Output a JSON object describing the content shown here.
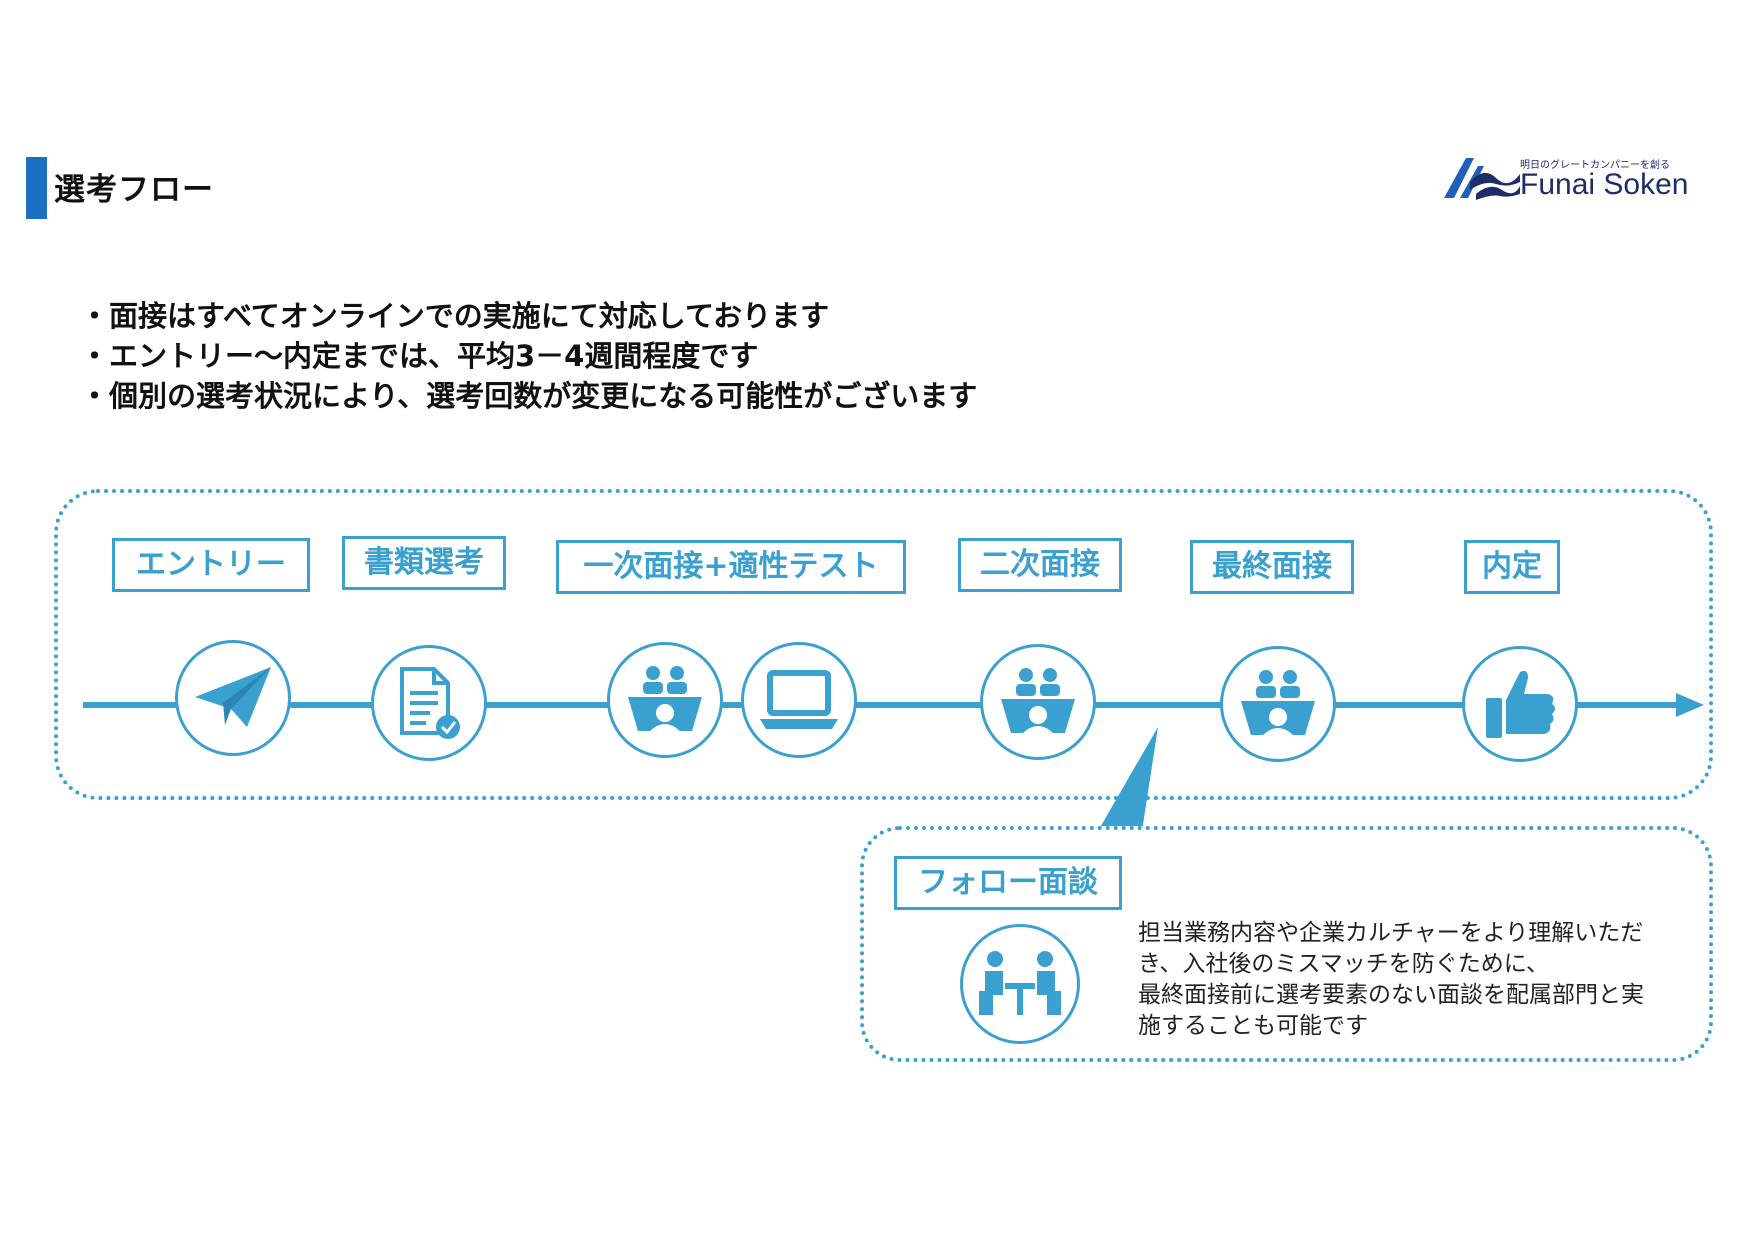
{
  "header": {
    "title": "選考フロー"
  },
  "logo": {
    "tagline": "明日のグレートカンパニーを創る",
    "name": "Funai Soken"
  },
  "bullets": [
    "・面接はすべてオンラインでの実施にて対応しております",
    "・エントリー～内定までは、平均3－4週間程度です",
    "・個別の選考状況により、選考回数が変更になる可能性がございます"
  ],
  "stages": [
    {
      "label": "エントリー",
      "icon": "paper-plane-icon"
    },
    {
      "label": "書類選考",
      "icon": "document-check-icon"
    },
    {
      "label": "一次面接+適性テスト",
      "icon": "interview-icon,laptop-icon"
    },
    {
      "label": "二次面接",
      "icon": "interview-icon"
    },
    {
      "label": "最終面接",
      "icon": "interview-icon"
    },
    {
      "label": "内定",
      "icon": "thumbs-up-icon"
    }
  ],
  "follow": {
    "title": "フォロー面談",
    "icon": "meeting-table-icon",
    "desc_lines": [
      "担当業務内容や企業カルチャーをより理解いただ",
      "き、入社後のミスマッチを防ぐために、",
      "最終面接前に選考要素のない面談を配属部門と実",
      "施することも可能です"
    ]
  },
  "colors": {
    "accent": "#3aa0d0",
    "title_bar": "#1a6fc2",
    "logo": "#1c2d6a"
  }
}
